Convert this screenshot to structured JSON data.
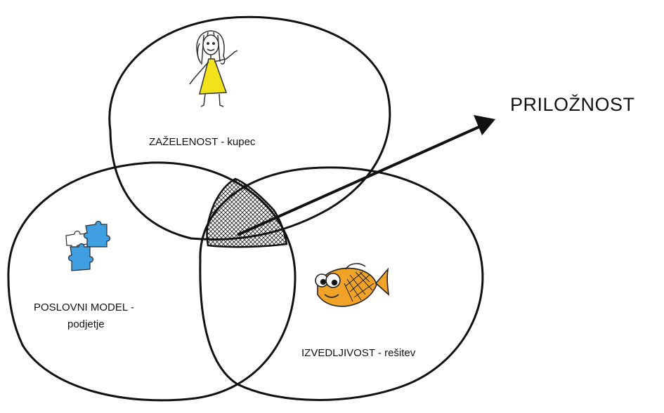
{
  "diagram": {
    "labels": {
      "desirability": "ZAŽELENOST - kupec",
      "business_line1": "POSLOVNI MODEL -",
      "business_line2": "podjetje",
      "feasibility": "IZVEDLJIVOST - rešitev",
      "opportunity": "PRILOŽNOST"
    },
    "icons": {
      "desirability": "girl-figure-icon",
      "business": "puzzle-pieces-icon",
      "feasibility": "fish-icon"
    },
    "colors": {
      "outline": "#111111",
      "dress": "#f2e21a",
      "puzzle_blue": "#3f9fe0",
      "fish_orange": "#f0a326"
    }
  }
}
